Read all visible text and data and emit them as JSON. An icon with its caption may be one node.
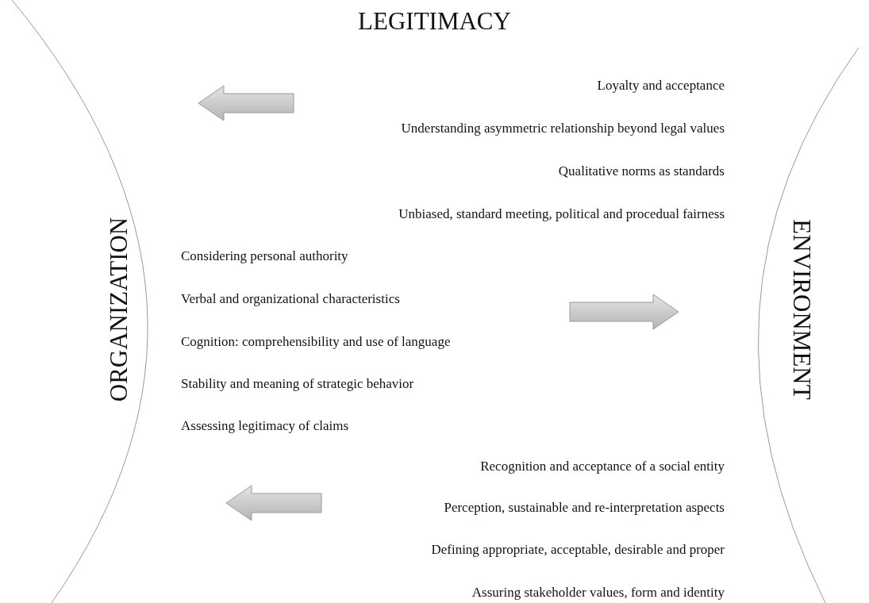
{
  "diagram": {
    "title": "LEGITIMACY",
    "labels": [
      "ORGANIZATION",
      "ENVIRONMENT",
      "Loyalty and acceptance",
      "Understanding asymmetric relationship beyond legal values",
      "Qualitative norms as standards",
      "Unbiased, standard meeting, political and procedual fairness",
      "Considering personal authority",
      "Verbal and organizational characteristics",
      "Cognition: comprehensibility and use of language",
      "Stability and meaning of strategic behavior",
      "Assessing legitimacy of claims",
      "Recognition and acceptance of a social entity",
      "Perception, sustainable and re-interpretation aspects",
      "Defining appropriate, acceptable, desirable and proper",
      "Assuring stakeholder values, form and identity"
    ]
  }
}
